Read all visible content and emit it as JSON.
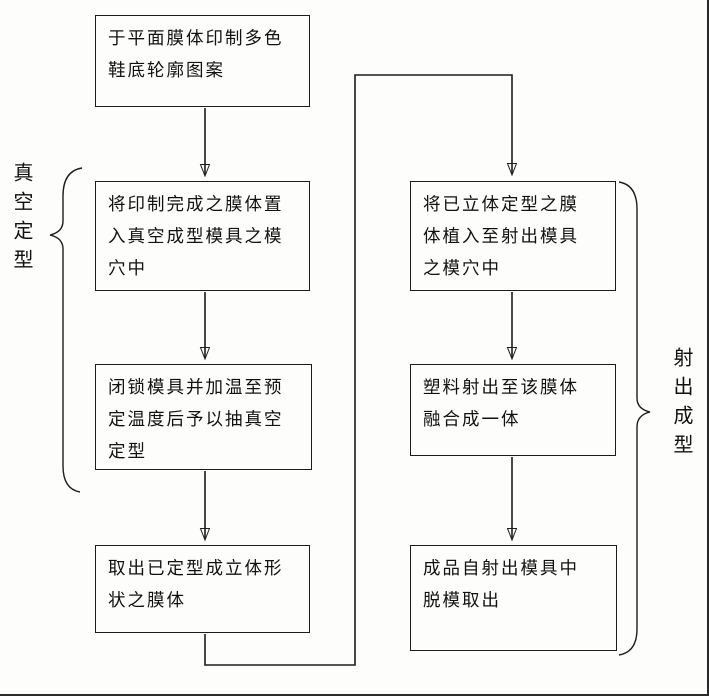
{
  "diagram": {
    "left_group_label": "真空定型",
    "right_group_label": "射出成型",
    "left_steps": [
      {
        "text": "于平面膜体印制多色\n鞋底轮廓图案"
      },
      {
        "text": "将印制完成之膜体置\n入真空成型模具之模\n穴中"
      },
      {
        "text": "闭锁模具并加温至预\n定温度后予以抽真空\n定型"
      },
      {
        "text": "取出已定型成立体形\n状之膜体"
      }
    ],
    "right_steps": [
      {
        "text": "将已立体定型之膜\n体植入至射出模具\n之模穴中"
      },
      {
        "text": "塑料射出至该膜体\n融合成一体"
      },
      {
        "text": "成品自射出模具中\n脱模取出"
      }
    ]
  }
}
